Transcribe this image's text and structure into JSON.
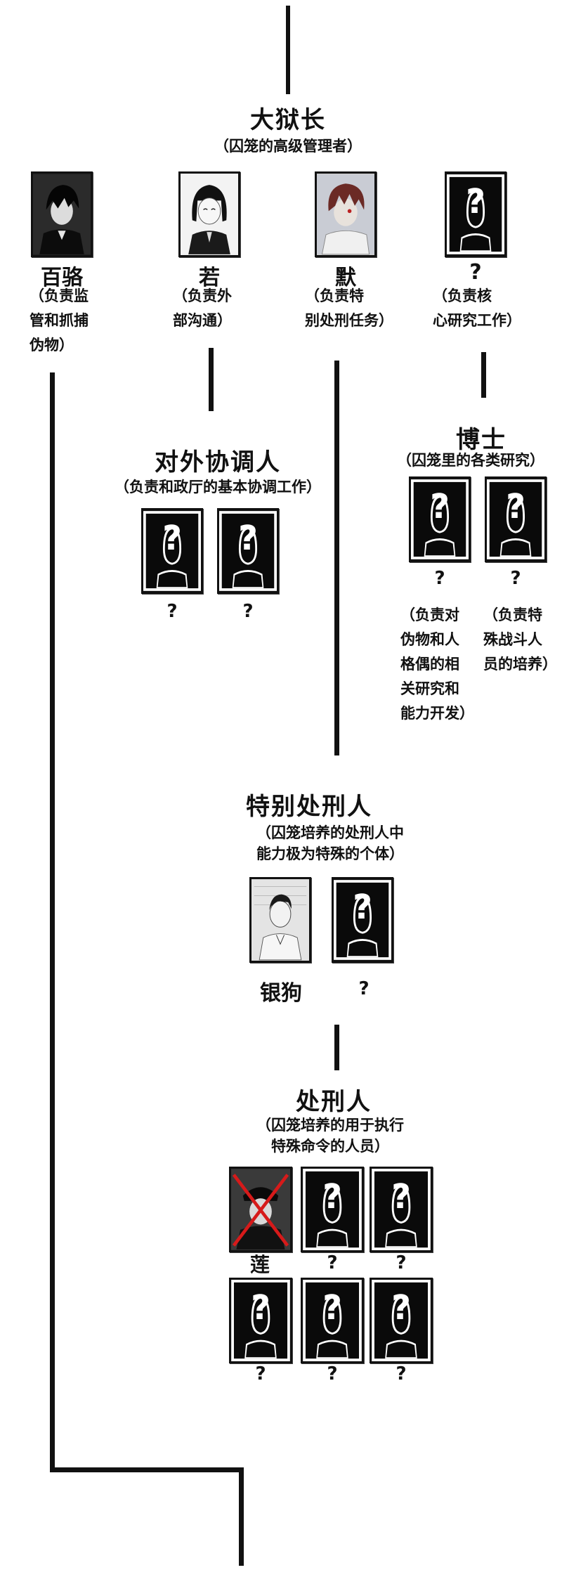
{
  "warden": {
    "title": "大狱长",
    "sub": "（囚笼的高级管理者）"
  },
  "leaders": [
    {
      "name": "百骆",
      "desc": [
        "（负责监",
        "管和抓捕",
        "伪物）"
      ]
    },
    {
      "name": "若",
      "desc": [
        "（负责外",
        "部沟通）"
      ]
    },
    {
      "name": "默",
      "desc": [
        "（负责特",
        "别处刑任务）"
      ]
    },
    {
      "name": "?",
      "desc": [
        "（负责核",
        "心研究工作）"
      ]
    }
  ],
  "coordinators": {
    "title": "对外协调人",
    "sub": "（负责和政厅的基本协调工作）",
    "members": [
      "?",
      "?"
    ]
  },
  "doctors": {
    "title": "博士",
    "sub": "（囚笼里的各类研究）",
    "members": [
      {
        "name": "?",
        "desc": [
          "（负责对",
          "伪物和人",
          "格偶的相",
          "关研究和",
          "能力开发）"
        ]
      },
      {
        "name": "?",
        "desc": [
          "（负责特",
          "殊战斗人",
          "员的培养）"
        ]
      }
    ]
  },
  "special": {
    "title": "特别处刑人",
    "sub": [
      "（囚笼培养的处刑人中",
      "能力极为特殊的个体）"
    ],
    "members": [
      "银狗",
      "?"
    ]
  },
  "executioners": {
    "title": "处刑人",
    "sub": [
      "（囚笼培养的用于执行",
      "特殊命令的人员）"
    ],
    "members": [
      "莲",
      "?",
      "?",
      "?",
      "?",
      "?"
    ],
    "cross_color": "#d61a1a"
  },
  "unknown_glyph": "?"
}
